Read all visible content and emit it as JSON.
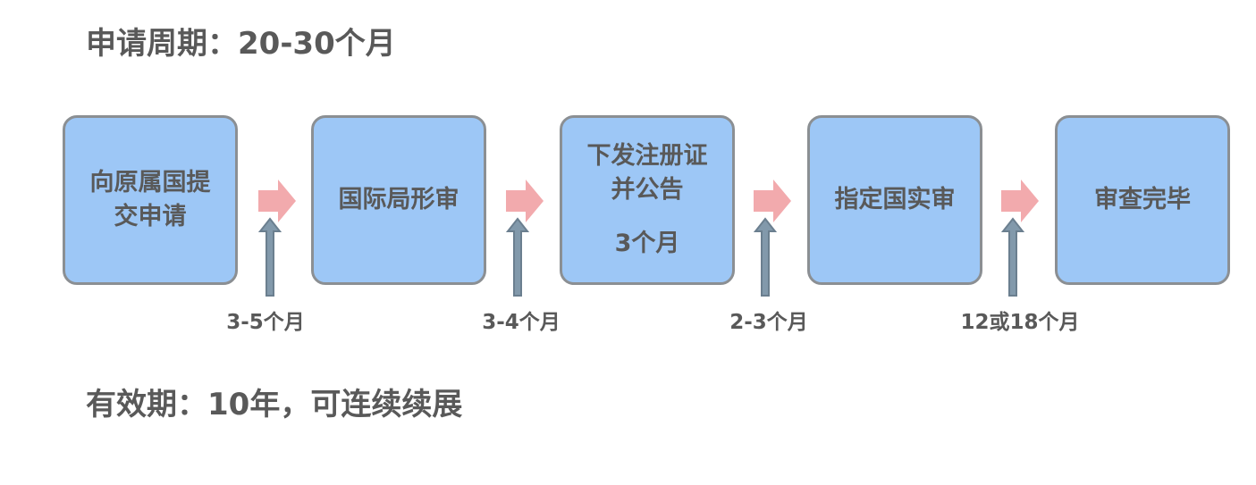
{
  "header": {
    "period_title": "申请周期：20-30个月"
  },
  "steps": [
    {
      "lines": [
        "向原属国提",
        "交申请"
      ],
      "sub": ""
    },
    {
      "lines": [
        "国际局形审"
      ],
      "sub": ""
    },
    {
      "lines": [
        "下发注册证",
        "并公告"
      ],
      "sub": "3个月"
    },
    {
      "lines": [
        "指定国实审"
      ],
      "sub": ""
    },
    {
      "lines": [
        "审查完毕"
      ],
      "sub": ""
    }
  ],
  "durations": [
    "3-5个月",
    "3-4个月",
    "2-3个月",
    "12或18个月"
  ],
  "footer": {
    "validity_title": "有效期：10年，可连续续展"
  },
  "colors": {
    "box_fill": "#9dc7f6",
    "box_border": "#8b8f93",
    "flow_arrow": "#f2aaad",
    "up_arrow_fill": "#8299ab",
    "up_arrow_border": "#6b7f8f",
    "text": "#595959"
  }
}
